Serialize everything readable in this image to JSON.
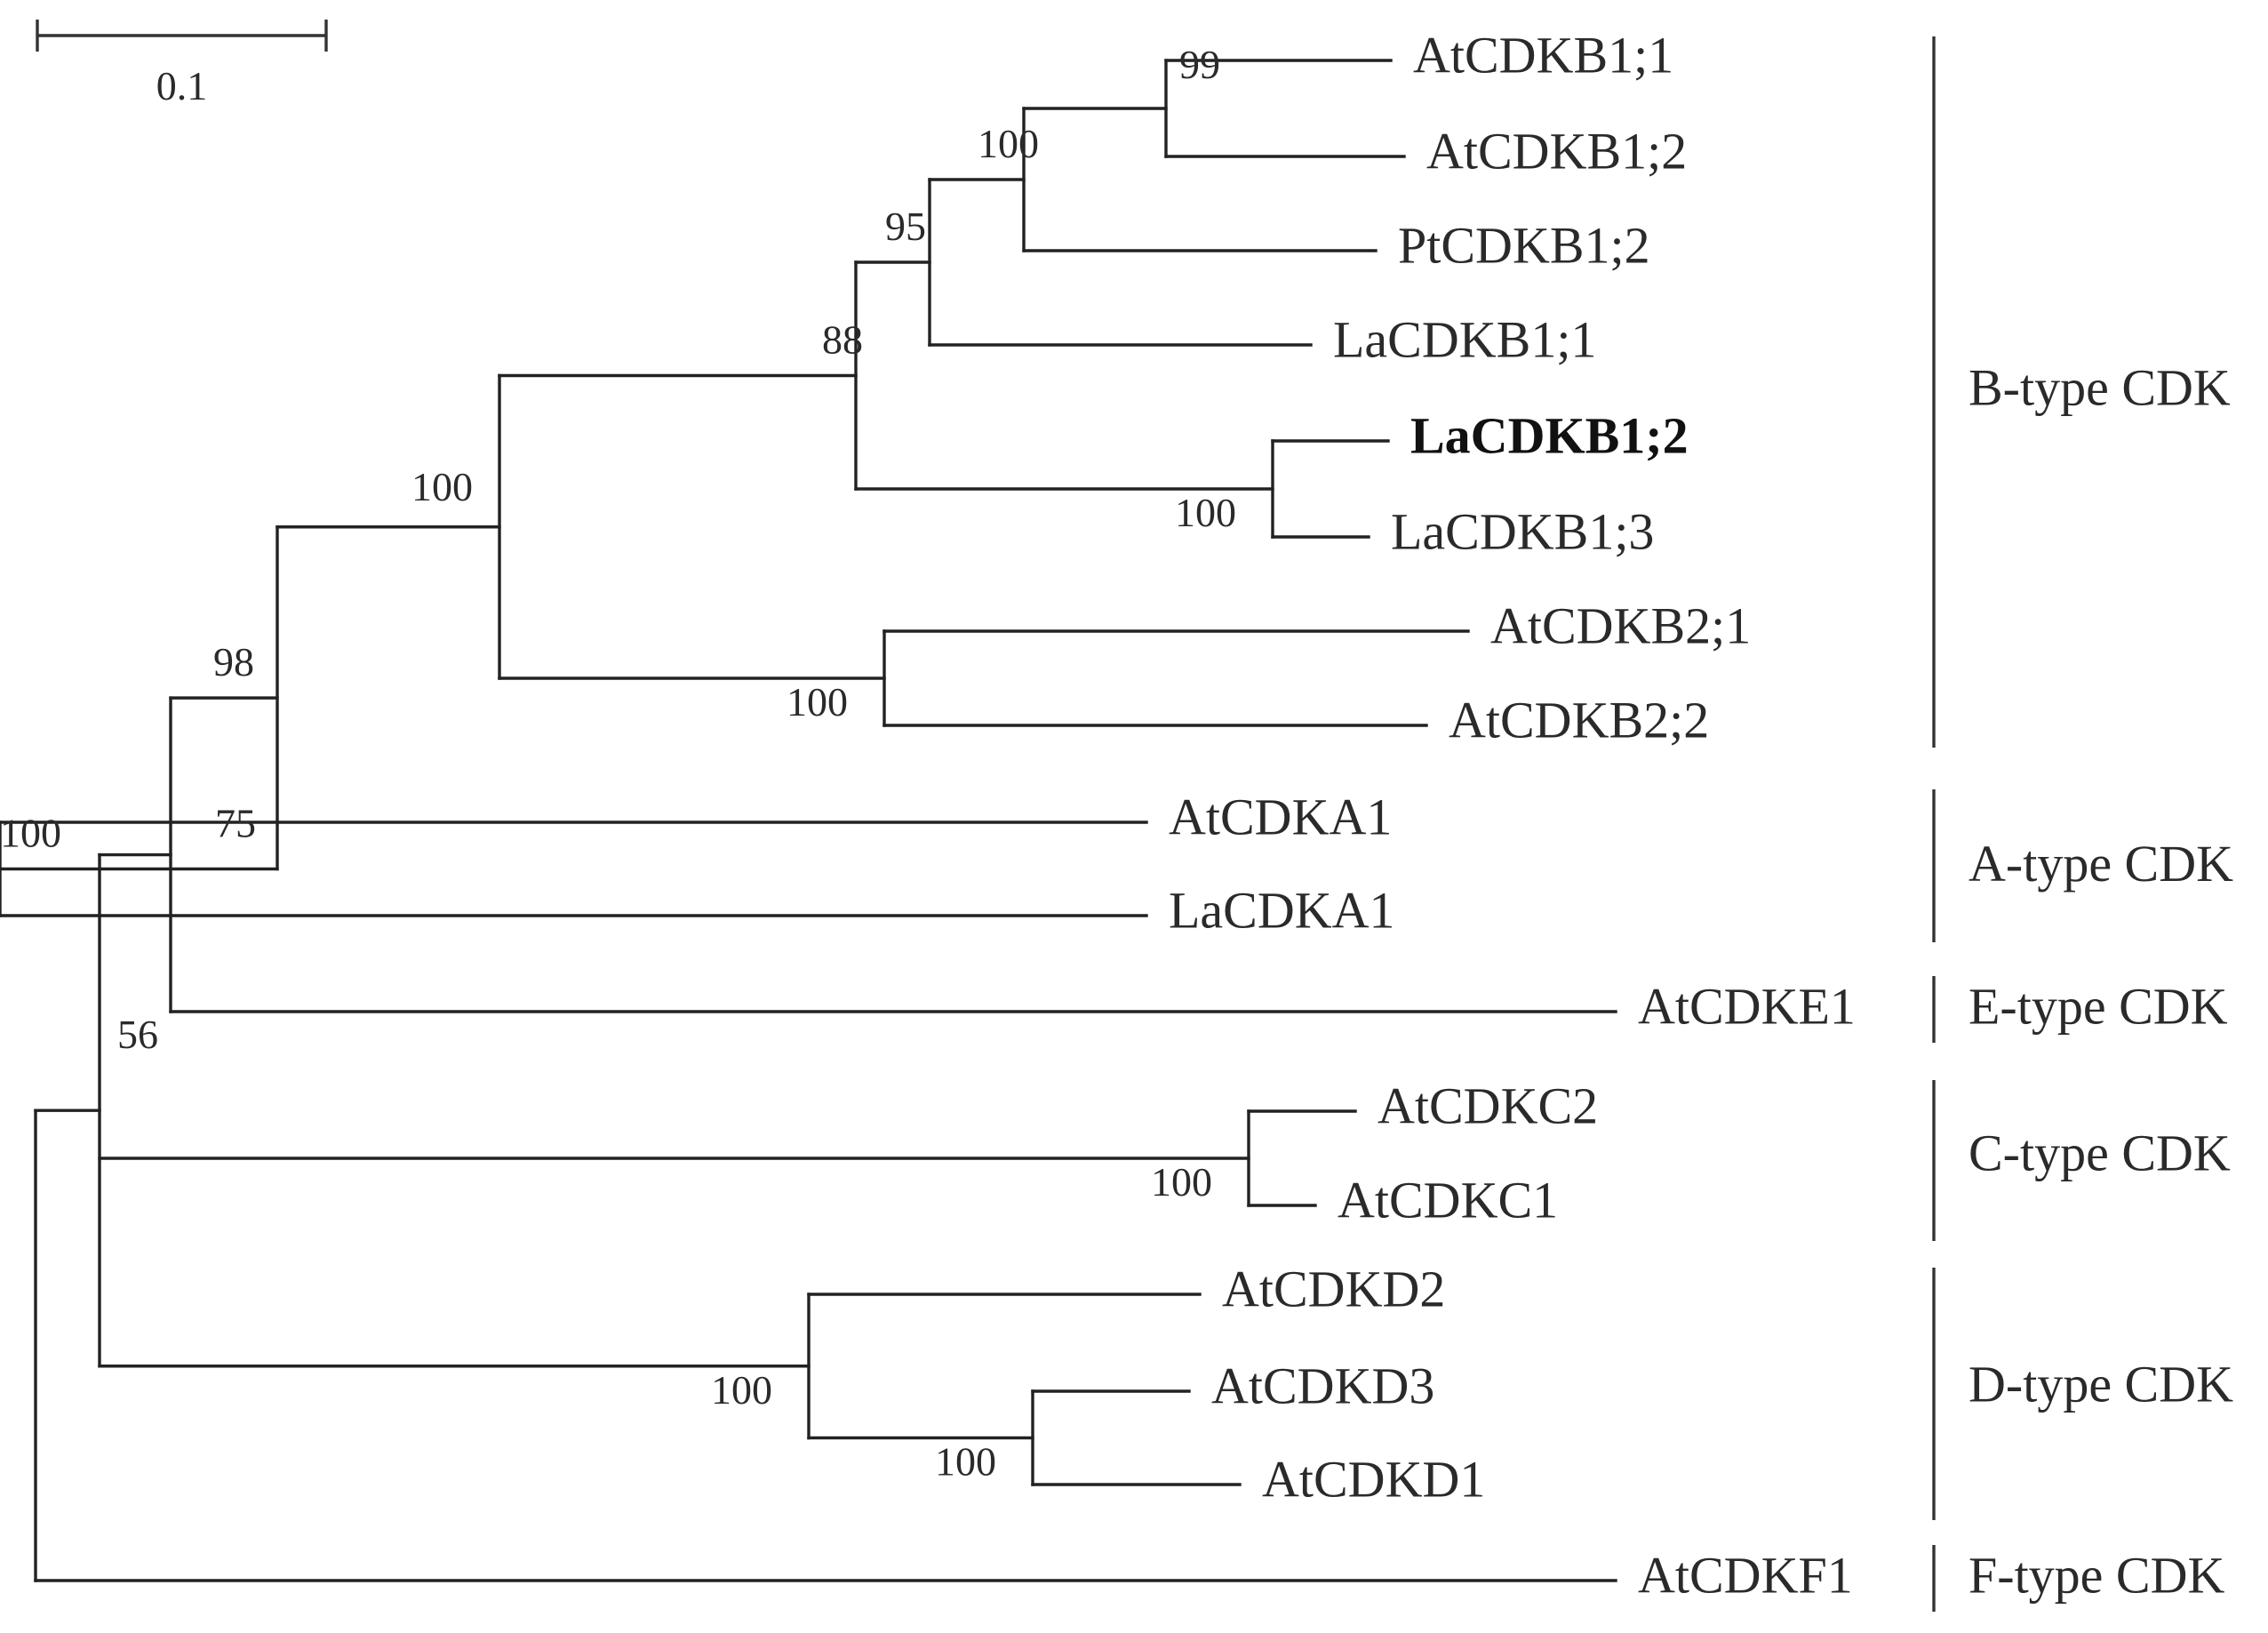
{
  "scale_bar": {
    "label": "0.1",
    "length": 0.1
  },
  "tree": {
    "bootstrap": "56",
    "children": [
      {
        "bootstrap": "75",
        "children": [
          {
            "bootstrap": "98",
            "children": [
              {
                "bootstrap": "100",
                "children": [
                  {
                    "bootstrap": "88",
                    "children": [
                      {
                        "bootstrap": "95",
                        "children": [
                          {
                            "bootstrap": "100",
                            "children": [
                              {
                                "bootstrap": "99",
                                "children": [
                                  {
                                    "name": "AtCDKB1;1"
                                  },
                                  {
                                    "name": "AtCDKB1;2"
                                  }
                                ]
                              },
                              {
                                "name": "PtCDKB1;2"
                              }
                            ]
                          },
                          {
                            "name": "LaCDKB1;1"
                          }
                        ]
                      },
                      {
                        "bootstrap": "100",
                        "children": [
                          {
                            "name": "LaCDKB1;2",
                            "bold": true
                          },
                          {
                            "name": "LaCDKB1;3"
                          }
                        ]
                      }
                    ]
                  },
                  {
                    "bootstrap": "100",
                    "children": [
                      {
                        "name": "AtCDKB2;1"
                      },
                      {
                        "name": "AtCDKB2;2"
                      }
                    ]
                  }
                ]
              },
              {
                "bootstrap": "100",
                "children": [
                  {
                    "name": "AtCDKA1"
                  },
                  {
                    "name": "LaCDKA1"
                  }
                ]
              }
            ]
          },
          {
            "name": "AtCDKE1"
          }
        ]
      },
      {
        "bootstrap": "100",
        "children": [
          {
            "name": "AtCDKC2"
          },
          {
            "name": "AtCDKC1"
          }
        ]
      },
      {
        "bootstrap": "100",
        "children": [
          {
            "name": "AtCDKD2"
          },
          {
            "bootstrap": "100",
            "children": [
              {
                "name": "AtCDKD3"
              },
              {
                "name": "AtCDKD1"
              }
            ]
          }
        ]
      }
    ]
  },
  "outgroup": {
    "name": "AtCDKF1"
  },
  "groups": [
    {
      "label": "B-type CDK",
      "first": "AtCDKB1;1",
      "last": "AtCDKB2;2"
    },
    {
      "label": "A-type CDK",
      "first": "AtCDKA1",
      "last": "LaCDKA1"
    },
    {
      "label": "E-type CDK",
      "first": "AtCDKE1",
      "last": "AtCDKE1"
    },
    {
      "label": "C-type CDK",
      "first": "AtCDKC2",
      "last": "AtCDKC1"
    },
    {
      "label": "D-type CDK",
      "first": "AtCDKD2",
      "last": "AtCDKD1"
    },
    {
      "label": "F-type CDK",
      "first": "AtCDKF1",
      "last": "AtCDKF1"
    }
  ]
}
